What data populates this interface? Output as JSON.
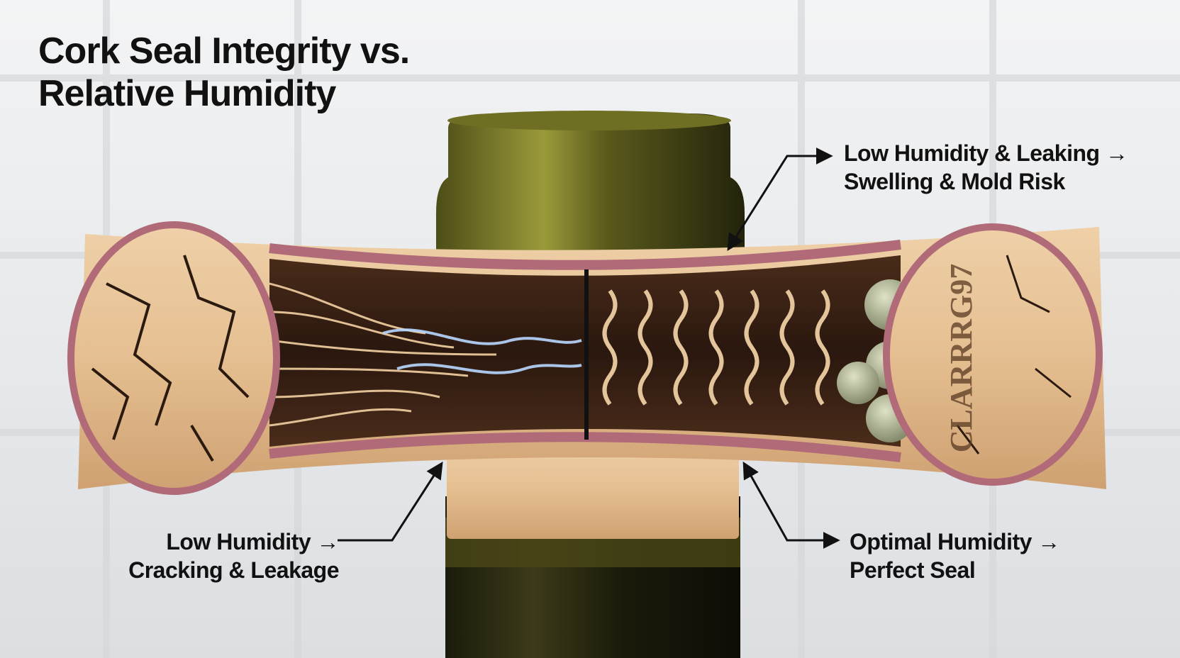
{
  "title": {
    "line1": "Cork Seal Integrity vs.",
    "line2": "Relative Humidity"
  },
  "callouts": {
    "low_humidity_cracking": {
      "line1": "Low Humidity →",
      "line2": "Cracking & Leakage"
    },
    "low_humidity_mold": {
      "line1": "Low Humidity & Leaking →",
      "line2": "Swelling & Mold Risk"
    },
    "optimal_humidity": {
      "line1": "Optimal Humidity →",
      "line2": "Perfect Seal"
    }
  },
  "cork_stamp": "CLARRRG97",
  "colors": {
    "cork": "#e7c49a",
    "cork_dark": "#b8895a",
    "cork_stripe": "#c98a94",
    "bottle_glass": "#2b2a16",
    "bottle_rim": "#8a8a2a",
    "mold": "#a9ad8c",
    "background": "#eceef0",
    "text": "#111111"
  }
}
